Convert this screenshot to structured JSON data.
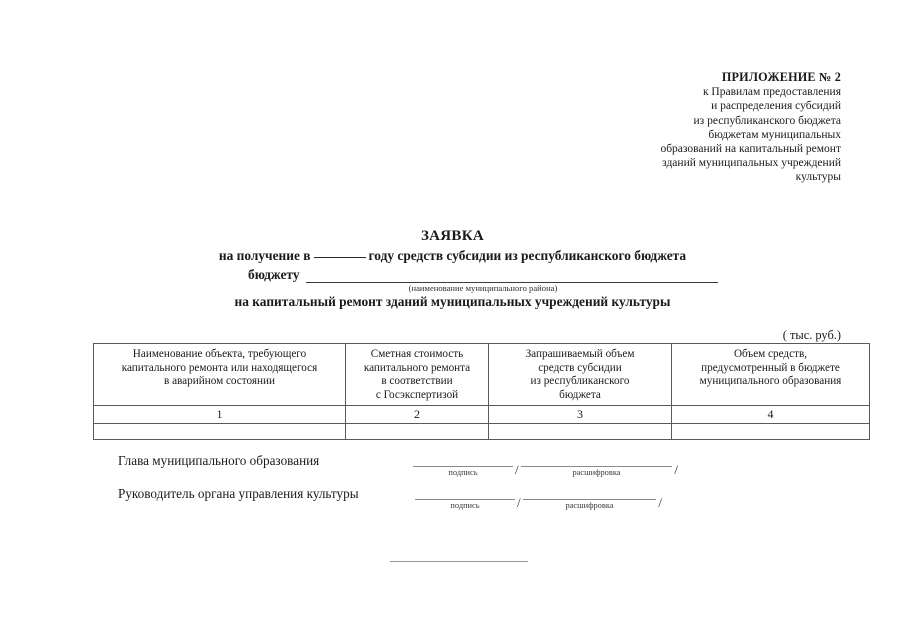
{
  "appendix": {
    "title": "ПРИЛОЖЕНИЕ № 2",
    "lines": [
      "к Правилам предоставления",
      "и распределения субсидий",
      "из республиканского бюджета",
      "бюджетам муниципальных",
      "образований на капитальный ремонт",
      "зданий муниципальных учреждений",
      "культуры"
    ]
  },
  "document": {
    "heading": "ЗАЯВКА",
    "line_before_year": "на получение в",
    "line_after_year": "году средств субсидии из республиканского бюджета",
    "budget_label": "бюджету",
    "budget_caption": "(наименование муниципального района)",
    "purpose_line": "на капитальный ремонт зданий муниципальных учреждений культуры",
    "units_note": "( тыс. руб.)"
  },
  "table": {
    "headers": [
      [
        "Наименование объекта, требующего",
        "капитального ремонта или находящегося",
        "в аварийном состоянии"
      ],
      [
        "Сметная стоимость",
        "капитального ремонта",
        "в соответствии",
        "с Госэкспертизой"
      ],
      [
        "Запрашиваемый объем",
        "средств субсидии",
        "из республиканского",
        "бюджета"
      ],
      [
        "Объем средств,",
        "предусмотренный в бюджете",
        "муниципального образования"
      ]
    ],
    "numbers": [
      "1",
      "2",
      "3",
      "4"
    ],
    "data_rows": [
      [
        "",
        "",
        "",
        ""
      ]
    ]
  },
  "signatures": {
    "caption_signature": "подпись",
    "caption_decode": "расшифровка",
    "separator": "/",
    "rows": [
      {
        "label": "Глава муниципального образования"
      },
      {
        "label": "Руководитель органа управления культуры"
      }
    ]
  }
}
